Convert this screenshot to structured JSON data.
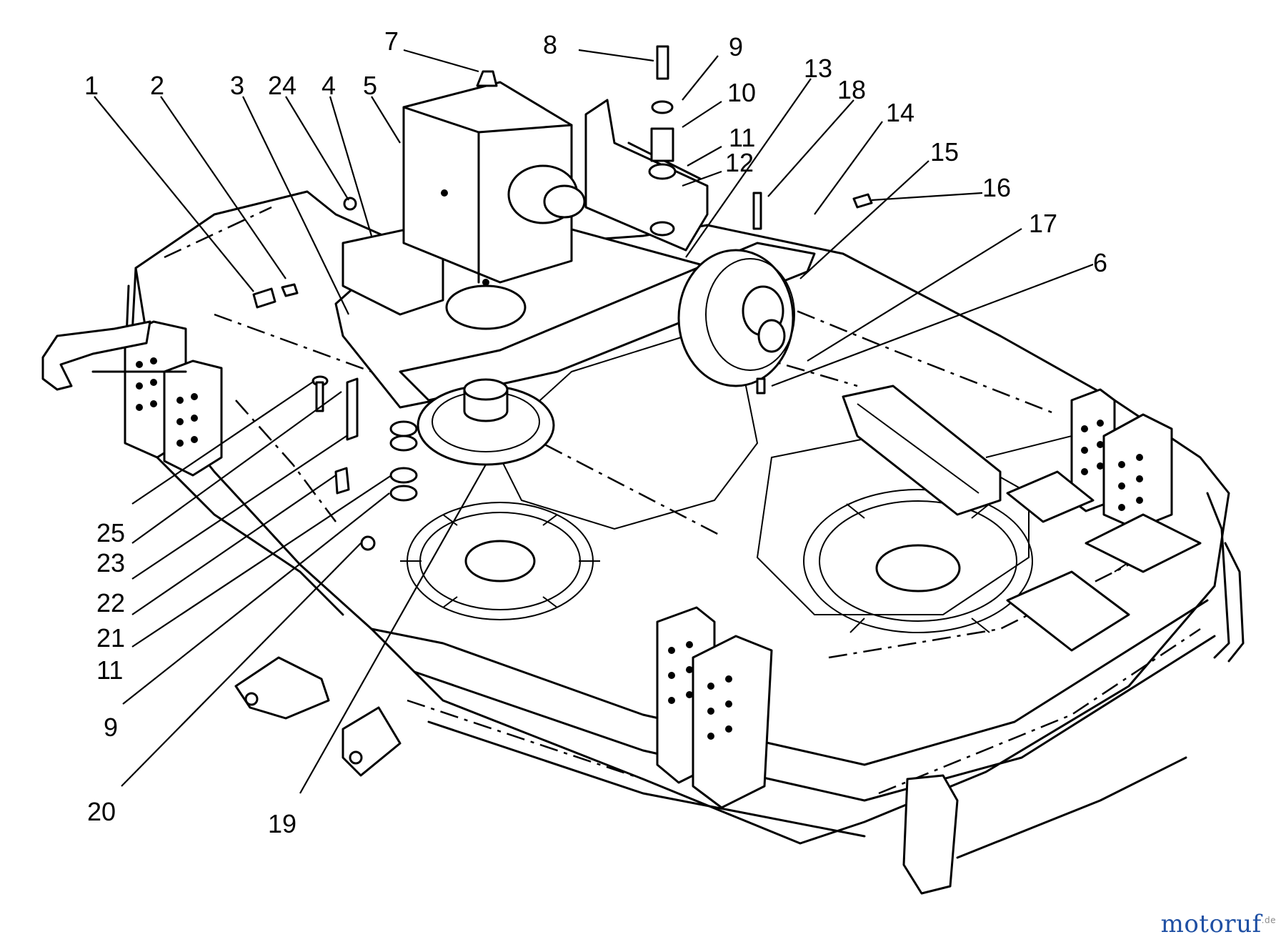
{
  "diagram": {
    "callouts": [
      "1",
      "2",
      "3",
      "24",
      "4",
      "5",
      "7",
      "8",
      "9",
      "10",
      "11",
      "12",
      "13",
      "18",
      "14",
      "15",
      "16",
      "17",
      "6",
      "25",
      "23",
      "22",
      "21",
      "11",
      "9",
      "20",
      "19"
    ]
  },
  "watermark": {
    "text": "motoruf",
    "suffix": ".de",
    "color": "#1e4fa3"
  }
}
